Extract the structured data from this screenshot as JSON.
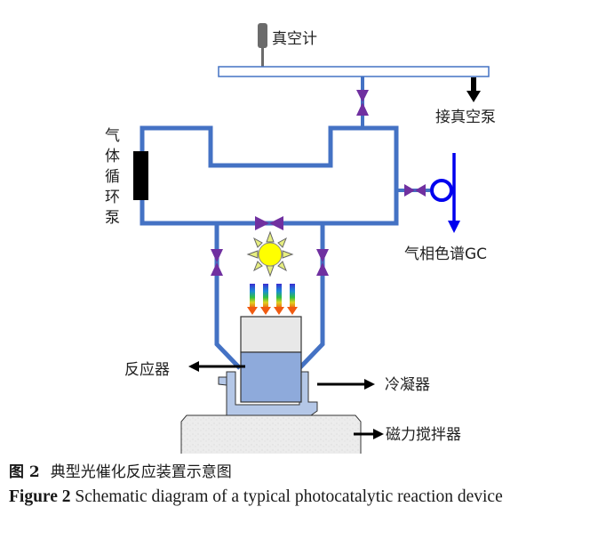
{
  "labels": {
    "vacuum_gauge": "真空计",
    "vacuum_pump": "接真空泵",
    "circulation_pump": [
      "气",
      "体",
      "循",
      "环",
      "泵"
    ],
    "gc": "气相色谱GC",
    "reactor": "反应器",
    "condenser": "冷凝器",
    "magnetic_stirrer": "磁力搅拌器"
  },
  "caption": {
    "cn_number": "图 2",
    "cn_text": "典型光催化反应装置示意图",
    "en_number": "Figure 2",
    "en_text": " Schematic diagram of a typical photocatalytic reaction device"
  },
  "colors": {
    "pipe": "#4472c4",
    "valve": "#7030a0",
    "gc_line": "#0000ee",
    "sun": "#ffff00",
    "sun_ray": "#e6ee80",
    "reactor_liquid": "#8eaadb",
    "reactor_gas": "#e8e8e8",
    "condenser": "#b4c7e7",
    "stirrer": "#ececec"
  }
}
